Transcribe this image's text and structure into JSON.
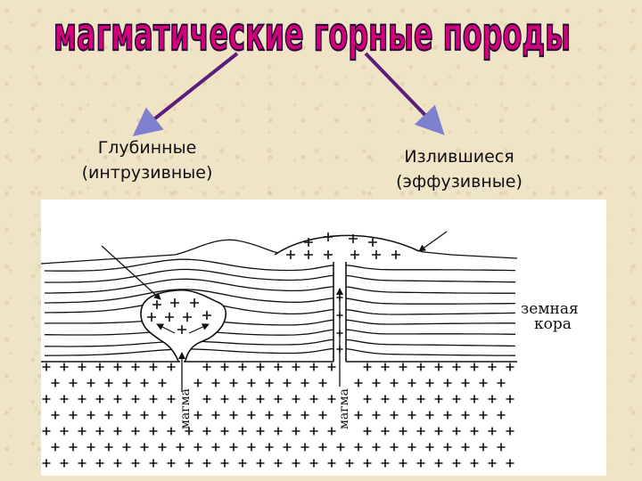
{
  "title": "магматические горные породы",
  "branches": {
    "left": {
      "line1": "Глубинные",
      "line2": "(интрузивные)"
    },
    "right": {
      "line1": "Излившиеся",
      "line2": "(эффузивные)"
    }
  },
  "figure": {
    "crust_label_line1": "земная",
    "crust_label_line2": "кора",
    "magma_label": "магма"
  },
  "colors": {
    "title_fill": "#d4007a",
    "title_outline": "#2a0a3a",
    "arrow": "#5a1e7a",
    "arrow_head": "#8080d0"
  }
}
